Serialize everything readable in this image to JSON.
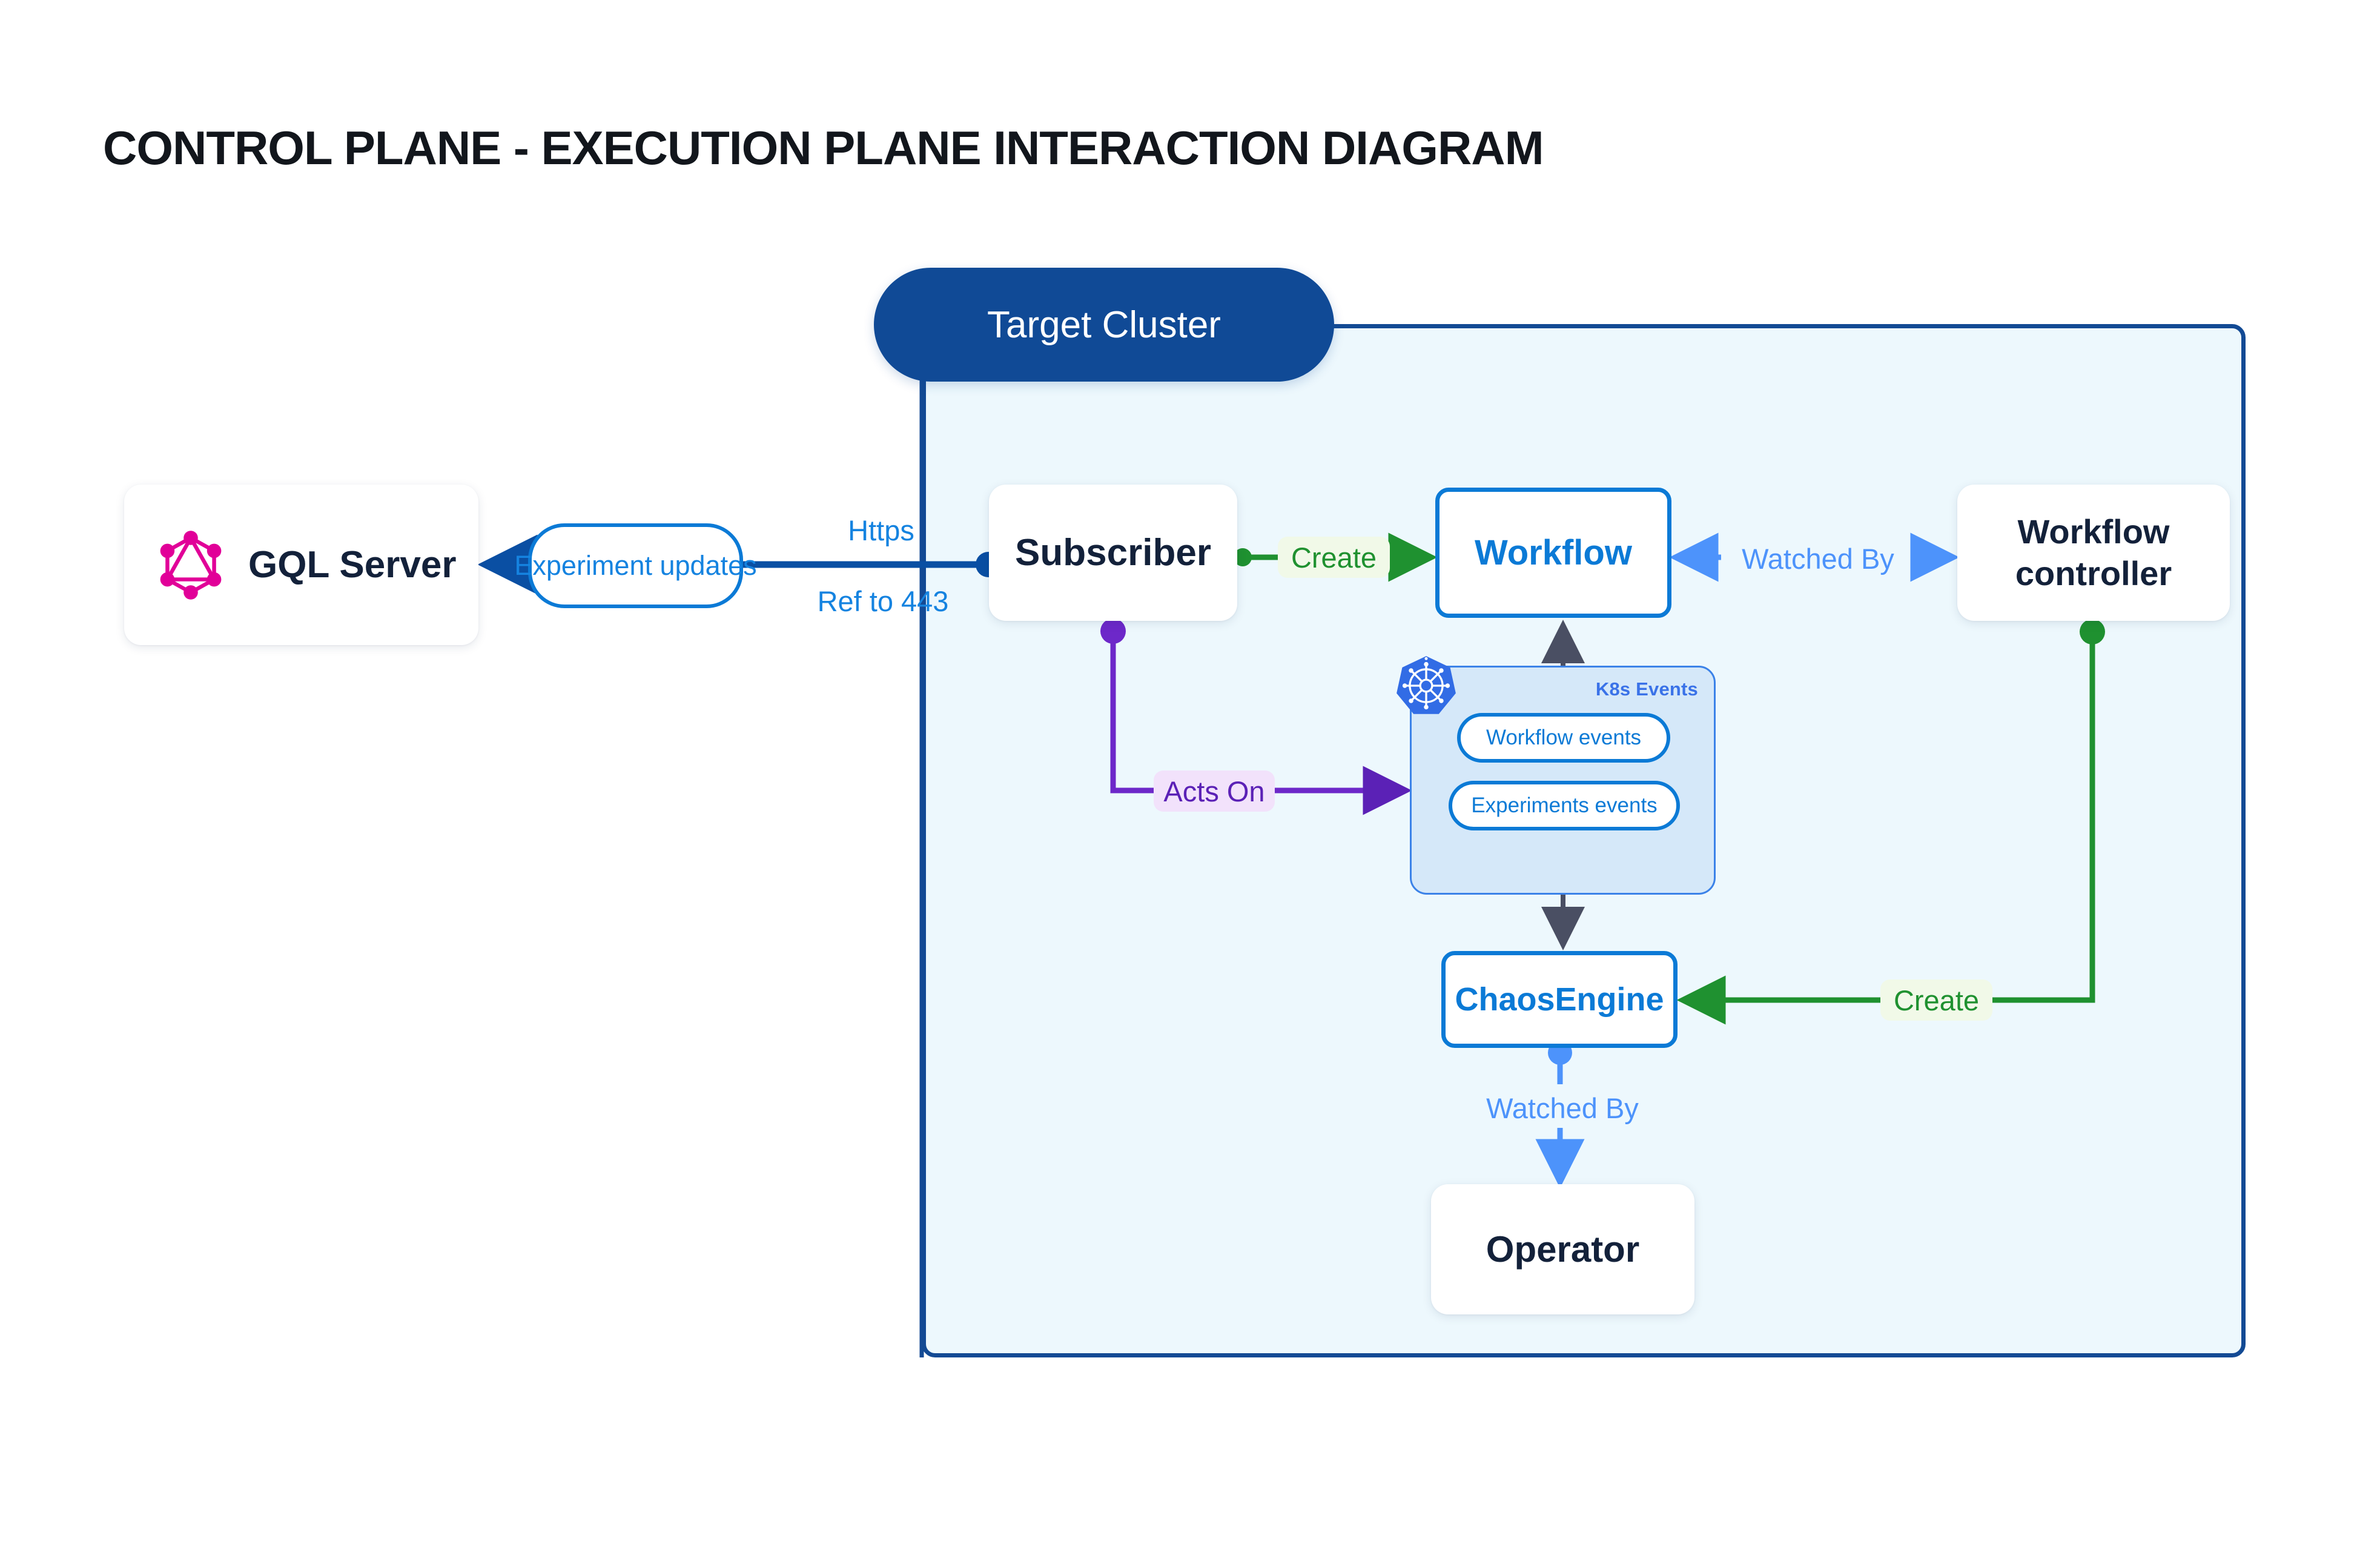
{
  "page": {
    "title": "CONTROL PLANE - EXECUTION PLANE INTERACTION DIAGRAM",
    "background": "#ffffff"
  },
  "colors": {
    "cluster_border": "#134a94",
    "cluster_fill": "#edf8fd",
    "cluster_title_bg": "#104a96",
    "node_text_dark": "#13213a",
    "outlined_blue": "#0b7ad6",
    "label_blue": "#1583e0",
    "label_blue_light": "#4d93fb",
    "label_green": "#1f9130",
    "label_green_bg": "#f1f9e8",
    "label_purple": "#5b21b6",
    "label_purple_bg": "#f2e2fb",
    "k8s_panel_fill": "#d5e8f9",
    "k8s_panel_border": "#3b82e8",
    "k8s_icon_blue": "#326ce5",
    "graphql_pink": "#e10098",
    "arrow_dark": "#4a4f63",
    "edge_dark_blue": "#0a4fa3"
  },
  "external_nodes": [
    {
      "id": "gql-server",
      "label": "GQL Server",
      "icon": "graphql-icon"
    }
  ],
  "cluster": {
    "title": "Target Cluster",
    "nodes": [
      {
        "id": "subscriber",
        "label": "Subscriber",
        "style": "white"
      },
      {
        "id": "workflow",
        "label": "Workflow",
        "style": "outlined"
      },
      {
        "id": "workflow-controller",
        "label": "Workflow controller",
        "style": "white"
      },
      {
        "id": "chaos-engine",
        "label": "ChaosEngine",
        "style": "outlined"
      },
      {
        "id": "operator",
        "label": "Operator",
        "style": "white"
      }
    ],
    "k8s_events_panel": {
      "label": "K8s Events",
      "icon": "kubernetes-icon",
      "items": [
        {
          "id": "workflow-events",
          "label": "Workflow events"
        },
        {
          "id": "experiments-events",
          "label": "Experiments events"
        }
      ]
    }
  },
  "edges": [
    {
      "id": "experiment-updates",
      "label": "Experiment updates",
      "from": "subscriber",
      "to": "gql-server",
      "style": "pill-blue"
    },
    {
      "id": "https",
      "label": "Https",
      "style": "plain-blue"
    },
    {
      "id": "ref-443",
      "label": "Ref to 443",
      "style": "plain-blue"
    },
    {
      "id": "create-workflow",
      "label": "Create",
      "from": "subscriber",
      "to": "workflow",
      "style": "green"
    },
    {
      "id": "watched-by-workflow",
      "label": "Watched By",
      "from": "workflow",
      "to": "workflow-controller",
      "style": "blue-light"
    },
    {
      "id": "acts-on",
      "label": "Acts On",
      "from": "subscriber",
      "to": "k8s-events",
      "style": "purple"
    },
    {
      "id": "create-chaosengine",
      "label": "Create",
      "from": "workflow-controller",
      "to": "chaos-engine",
      "style": "green"
    },
    {
      "id": "watched-by-operator",
      "label": "Watched By",
      "from": "chaos-engine",
      "to": "operator",
      "style": "blue-light"
    }
  ]
}
